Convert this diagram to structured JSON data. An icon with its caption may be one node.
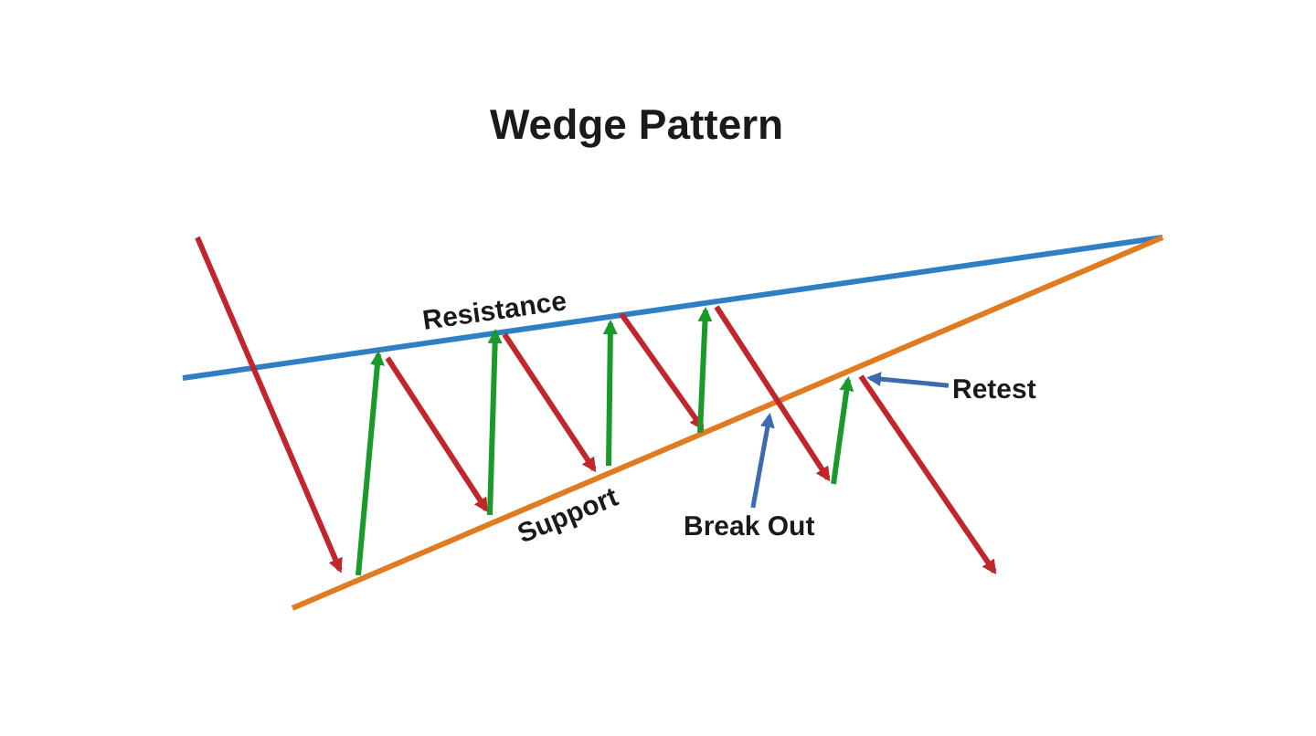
{
  "diagram": {
    "title": "Wedge Pattern",
    "nodes": [
      {
        "text": [
          "Break Out"
        ]
      },
      {
        "text": [
          "Retest"
        ]
      }
    ],
    "edges": [
      {
        "from": 0,
        "to": null,
        "arrow": "to"
      },
      {
        "from": 1,
        "to": null,
        "arrow": "to"
      }
    ],
    "labels": [
      "Resistance",
      "Support"
    ]
  }
}
